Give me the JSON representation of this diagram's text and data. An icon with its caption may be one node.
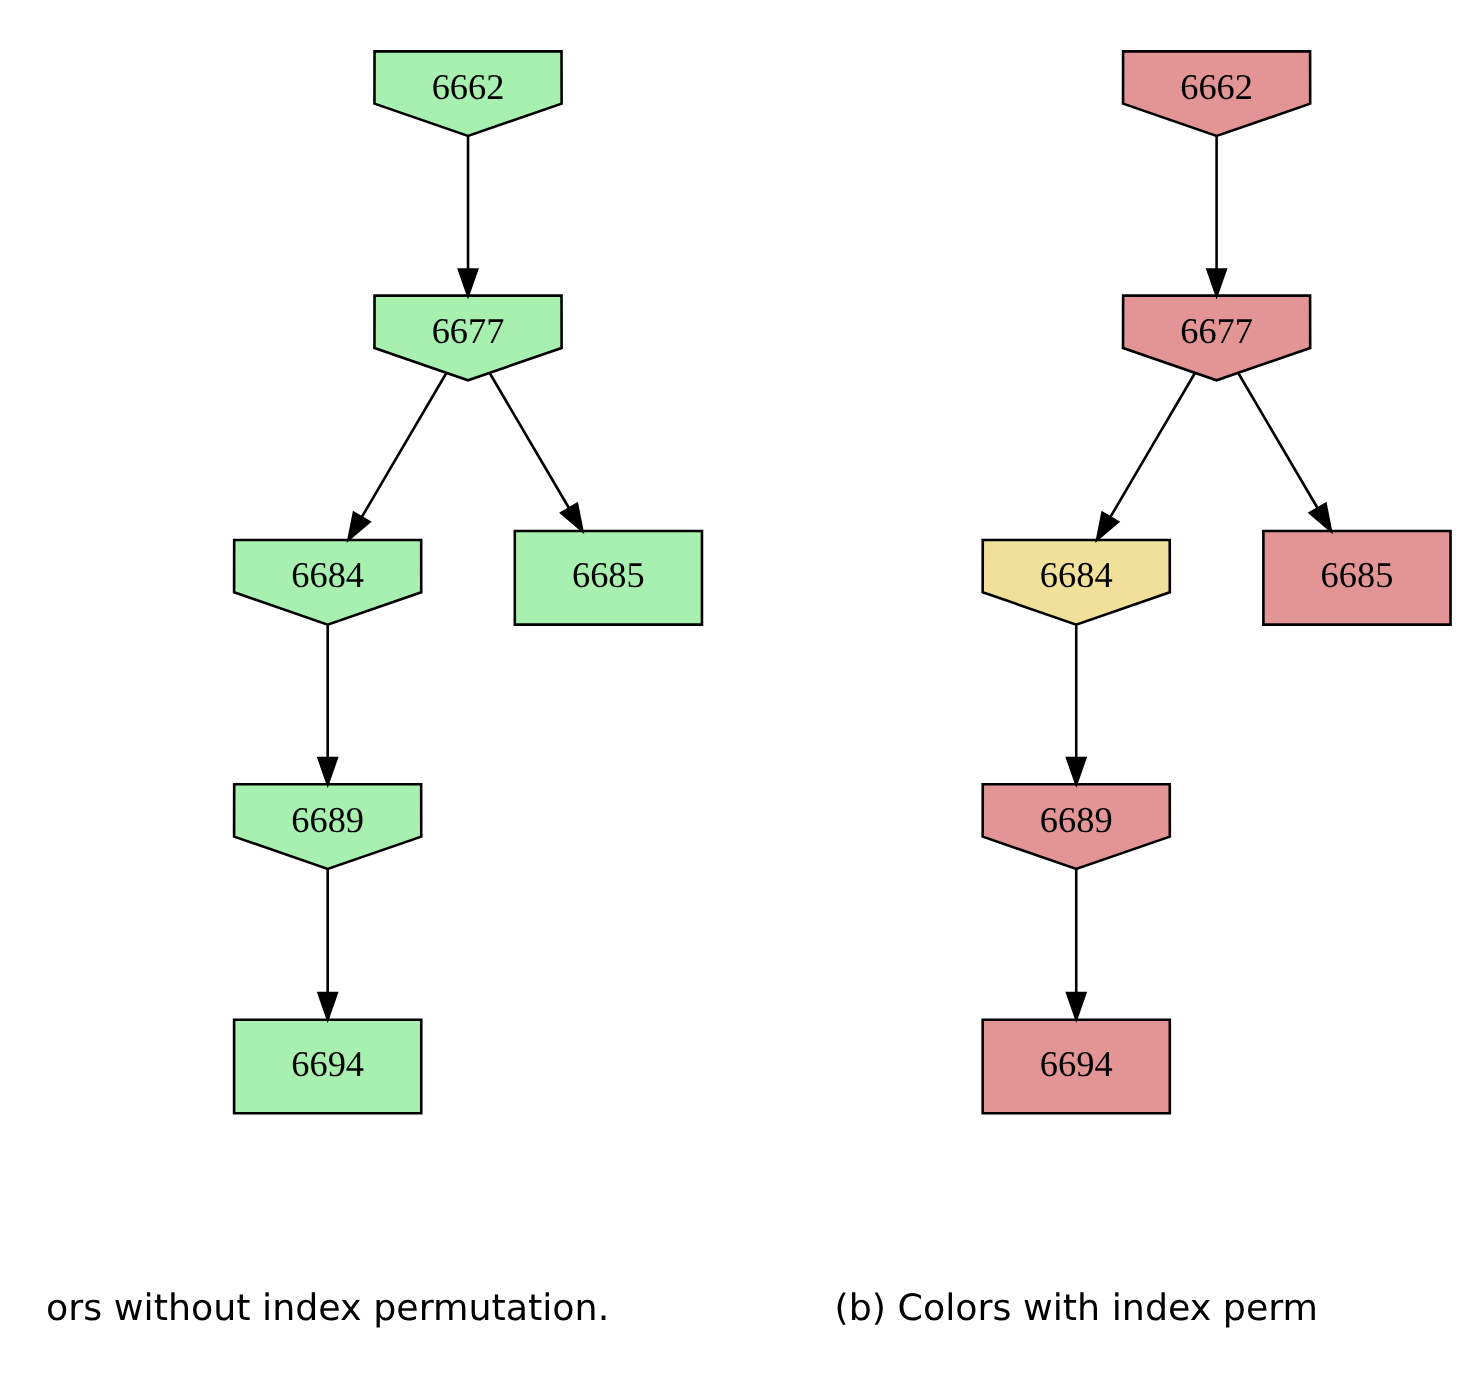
{
  "diagram": {
    "nodes": [
      {
        "text": [
          "6662"
        ]
      },
      {
        "text": [
          "6677"
        ]
      },
      {
        "text": [
          "6684"
        ]
      },
      {
        "text": [
          "6685"
        ]
      },
      {
        "text": [
          "6689"
        ]
      },
      {
        "text": [
          "6694"
        ]
      },
      {
        "text": [
          "6662"
        ]
      },
      {
        "text": [
          "6677"
        ]
      },
      {
        "text": [
          "6684"
        ]
      },
      {
        "text": [
          "6685"
        ]
      },
      {
        "text": [
          "6689"
        ]
      },
      {
        "text": [
          "6694"
        ]
      }
    ],
    "edges": [
      {
        "from": 0,
        "to": 1,
        "arrow": "to"
      },
      {
        "from": 1,
        "to": 2,
        "arrow": "to"
      },
      {
        "from": 1,
        "to": 3,
        "arrow": "to"
      },
      {
        "from": 2,
        "to": 4,
        "arrow": "to"
      },
      {
        "from": 4,
        "to": 5,
        "arrow": "to"
      },
      {
        "from": 6,
        "to": 7,
        "arrow": "to"
      },
      {
        "from": 7,
        "to": 8,
        "arrow": "to"
      },
      {
        "from": 7,
        "to": 9,
        "arrow": "to"
      },
      {
        "from": 8,
        "to": 10,
        "arrow": "to"
      },
      {
        "from": 10,
        "to": 11,
        "arrow": "to"
      }
    ],
    "labels": [
      "ors without index permutation.",
      "(b) Colors with index perm"
    ]
  }
}
